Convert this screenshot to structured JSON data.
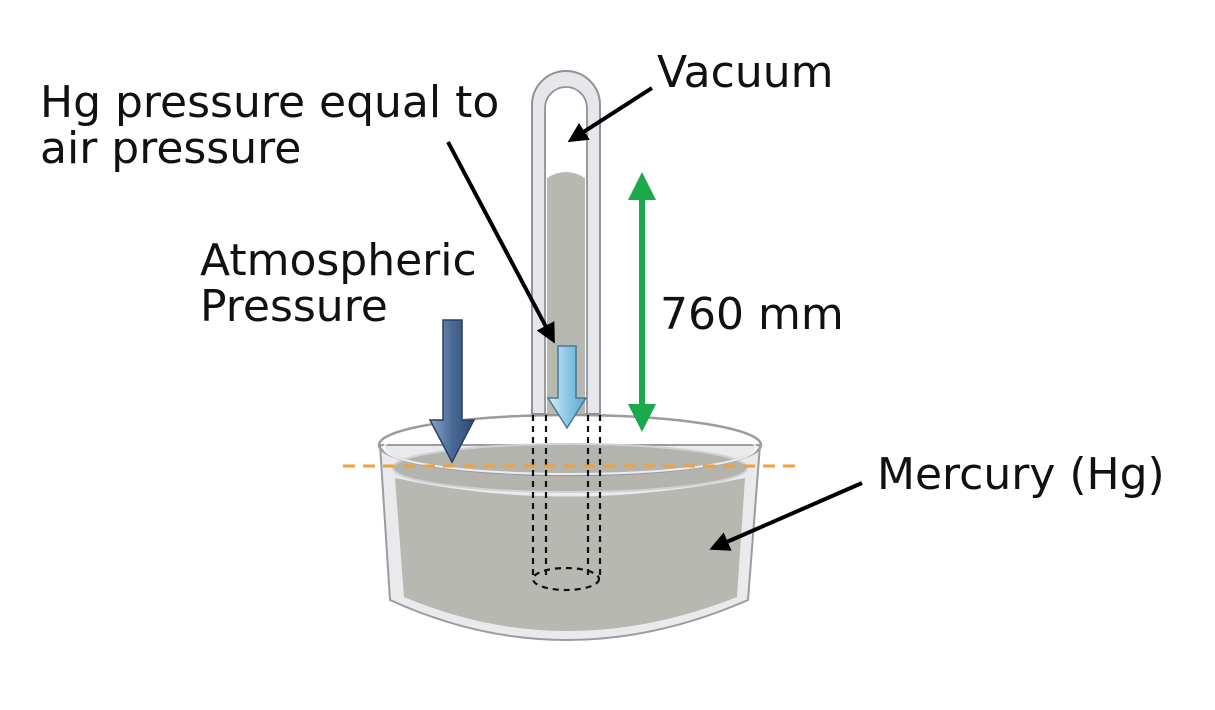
{
  "labels": {
    "vacuum": "Vacuum",
    "hg_pressure_line1": "Hg pressure equal to",
    "hg_pressure_line2": "air pressure",
    "atmospheric_line1": "Atmospheric",
    "atmospheric_line2": "Pressure",
    "height": "760 mm",
    "mercury": "Mercury (Hg)"
  },
  "colors": {
    "mercury": "#b7b8b2",
    "glass": "#e8e9ec",
    "glass_edge": "#8f9196",
    "height_arrow": "#1aa84a",
    "level_line": "#f0a040",
    "atm_arrow": "#4a6a96",
    "hg_arrow": "#8ec8e6",
    "pointer": "#000000"
  },
  "icons": {
    "atmospheric_arrow": "down-arrow-icon",
    "hg_pressure_arrow": "down-arrow-icon",
    "height_indicator": "double-arrow-icon"
  }
}
